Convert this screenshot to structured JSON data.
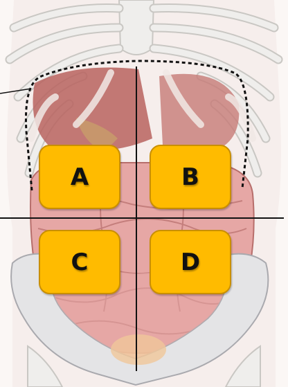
{
  "colors": {
    "quadrant_fill": "#FFBB00",
    "quadrant_border": "#C98F00",
    "bone": "#EFEEEC",
    "bone_outline": "#C9C7C3",
    "liver": "#B9635F",
    "intestine": "#E6A7A5",
    "intestine_outline": "#B76E6B",
    "dividing_lines": "#111111"
  },
  "quadrants": [
    {
      "id": "A",
      "label": "A"
    },
    {
      "id": "B",
      "label": "B"
    },
    {
      "id": "C",
      "label": "C"
    },
    {
      "id": "D",
      "label": "D"
    }
  ]
}
